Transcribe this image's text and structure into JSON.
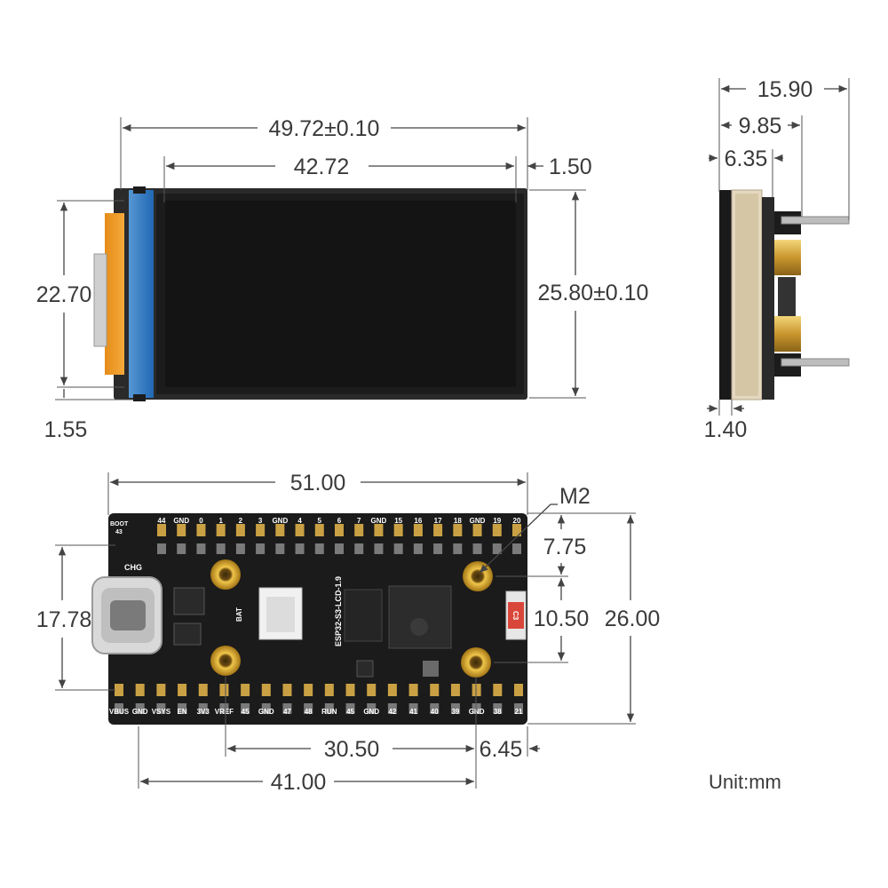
{
  "front_view": {
    "overall_width": "49.72±0.10",
    "screen_width": "42.72",
    "right_margin": "1.50",
    "screen_height": "22.70",
    "overall_height": "25.80±0.10",
    "bottom_offset": "1.55"
  },
  "side_view": {
    "total_depth": "15.90",
    "depth_to_header": "9.85",
    "board_depth": "6.35",
    "glass_thickness": "1.40"
  },
  "back_view": {
    "board_length": "51.00",
    "hole_label": "M2",
    "hole_top_offset": "7.75",
    "hole_vertical_spacing": "10.50",
    "board_width": "26.00",
    "usb_width": "17.78",
    "hole_horizontal_spacing": "30.50",
    "hole_right_offset": "6.45",
    "pin_span": "41.00",
    "board_name": "ESP32-S3-LCD-1.9",
    "top_pins": [
      "44",
      "GND",
      "0",
      "1",
      "2",
      "3",
      "GND",
      "4",
      "5",
      "6",
      "7",
      "GND",
      "15",
      "16",
      "17",
      "18",
      "GND",
      "19",
      "20"
    ],
    "top_pins_row2": [
      "BOOT",
      "43"
    ],
    "bottom_pins": [
      "VBUS",
      "GND",
      "VSYS",
      "EN",
      "3V3",
      "VREF",
      "45",
      "GND",
      "47",
      "48",
      "RUN",
      "45",
      "GND",
      "42",
      "41",
      "40",
      "39",
      "GND",
      "38",
      "21"
    ],
    "side_labels": [
      "CHG",
      "BAT",
      "C3"
    ]
  },
  "unit_label": "Unit:mm"
}
